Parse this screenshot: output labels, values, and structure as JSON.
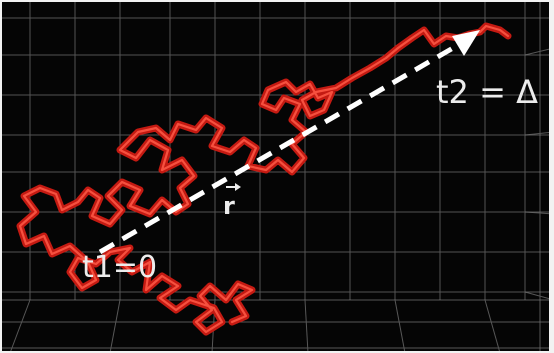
{
  "labels": {
    "end_time": "t2 = Δ",
    "start_time": "t1=0",
    "displacement": "r"
  },
  "colors": {
    "background": "#050505",
    "grid": "#6f6f6f",
    "trajectory": "#e8281e",
    "trajectory_highlight": "#ff6a5a",
    "arrow": "#ffffff"
  }
}
